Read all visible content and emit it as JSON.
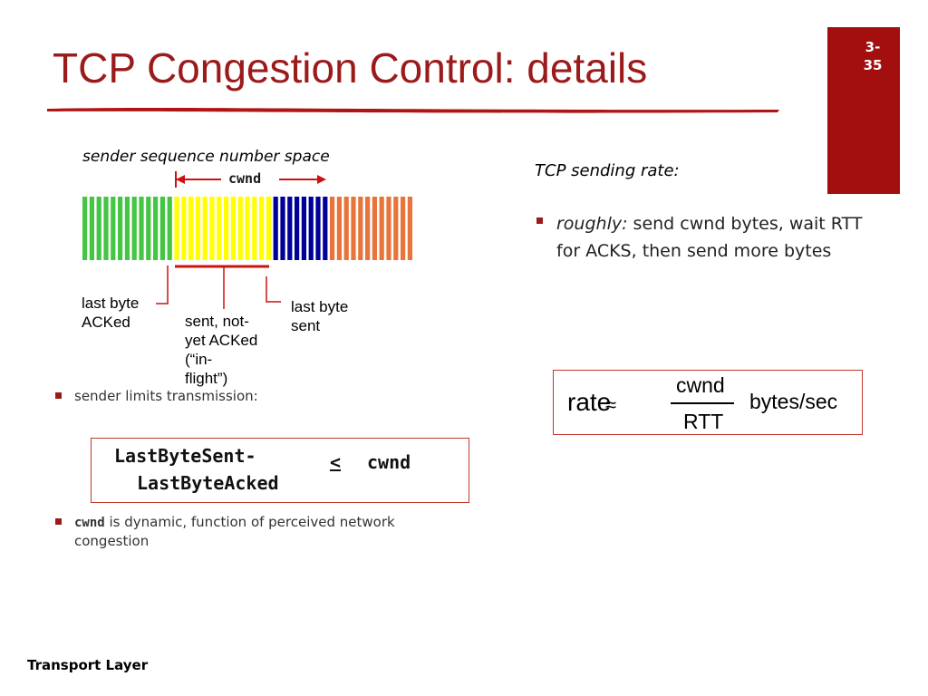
{
  "title": "TCP Congestion Control: details",
  "page_number": {
    "line1": "3-",
    "line2": "35"
  },
  "diagram": {
    "seq_space_label": "sender sequence number space",
    "cwnd_label": "cwnd",
    "last_byte_acked": {
      "line1": "last byte",
      "line2": "ACKed"
    },
    "in_flight": {
      "line1": "sent, not-",
      "line2": "yet ACKed",
      "line3": "(“in-",
      "line4": "flight”)"
    },
    "last_byte_sent": {
      "line1": "last byte",
      "line2": "sent"
    },
    "colors": {
      "acked": "#44c544",
      "in_flight": "#ffff00",
      "sent": "#000099",
      "unsent": "#e8743b",
      "accent": "#cc1111"
    }
  },
  "left_bullets": {
    "b1": "sender limits transmission:",
    "b2_code": "cwnd",
    "b2_text": " is dynamic, function of perceived network",
    "b2_line2": "congestion"
  },
  "inequality": {
    "lhs_line1": "LastByteSent-",
    "lhs_line2": "LastByteAcked",
    "op": "<",
    "rhs": "cwnd"
  },
  "right": {
    "rate_title": "TCP sending rate:",
    "bullet_italic": "roughly:",
    "bullet_text": " send cwnd bytes, wait RTT",
    "bullet_line2": "for ACKS, then send more bytes"
  },
  "formula": {
    "lhs": "rate",
    "approx": "≈",
    "numerator": "cwnd",
    "denominator": "RTT",
    "units": "bytes/sec"
  },
  "footer": "Transport Layer"
}
